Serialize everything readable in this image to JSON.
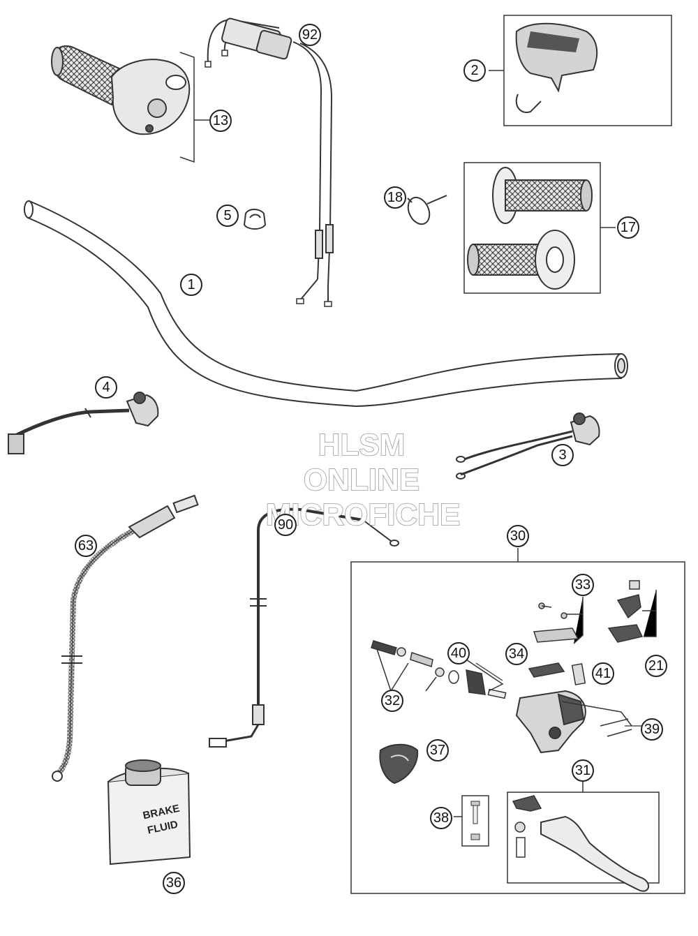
{
  "watermark": {
    "line1": "HLSM",
    "line2": "ONLINE",
    "line3": "MICROFICHE"
  },
  "can_label": {
    "line1": "BRAKE",
    "line2": "FLUID"
  },
  "colors": {
    "line": "#333333",
    "part_fill": "#e8e8e8",
    "dark": "#2a2a2a",
    "grip_texture": "#555555",
    "watermark_stroke": "#9a9a9a"
  },
  "callouts": {
    "c92": "92",
    "c2": "2",
    "c13": "13",
    "c18": "18",
    "c17": "17",
    "c5": "5",
    "c1": "1",
    "c4": "4",
    "c3": "3",
    "c63": "63",
    "c90": "90",
    "c30": "30",
    "c33": "33",
    "c21": "21",
    "c40": "40",
    "c34": "34",
    "c41": "41",
    "c32": "32",
    "c39": "39",
    "c37": "37",
    "c31": "31",
    "c38": "38",
    "c36": "36"
  }
}
